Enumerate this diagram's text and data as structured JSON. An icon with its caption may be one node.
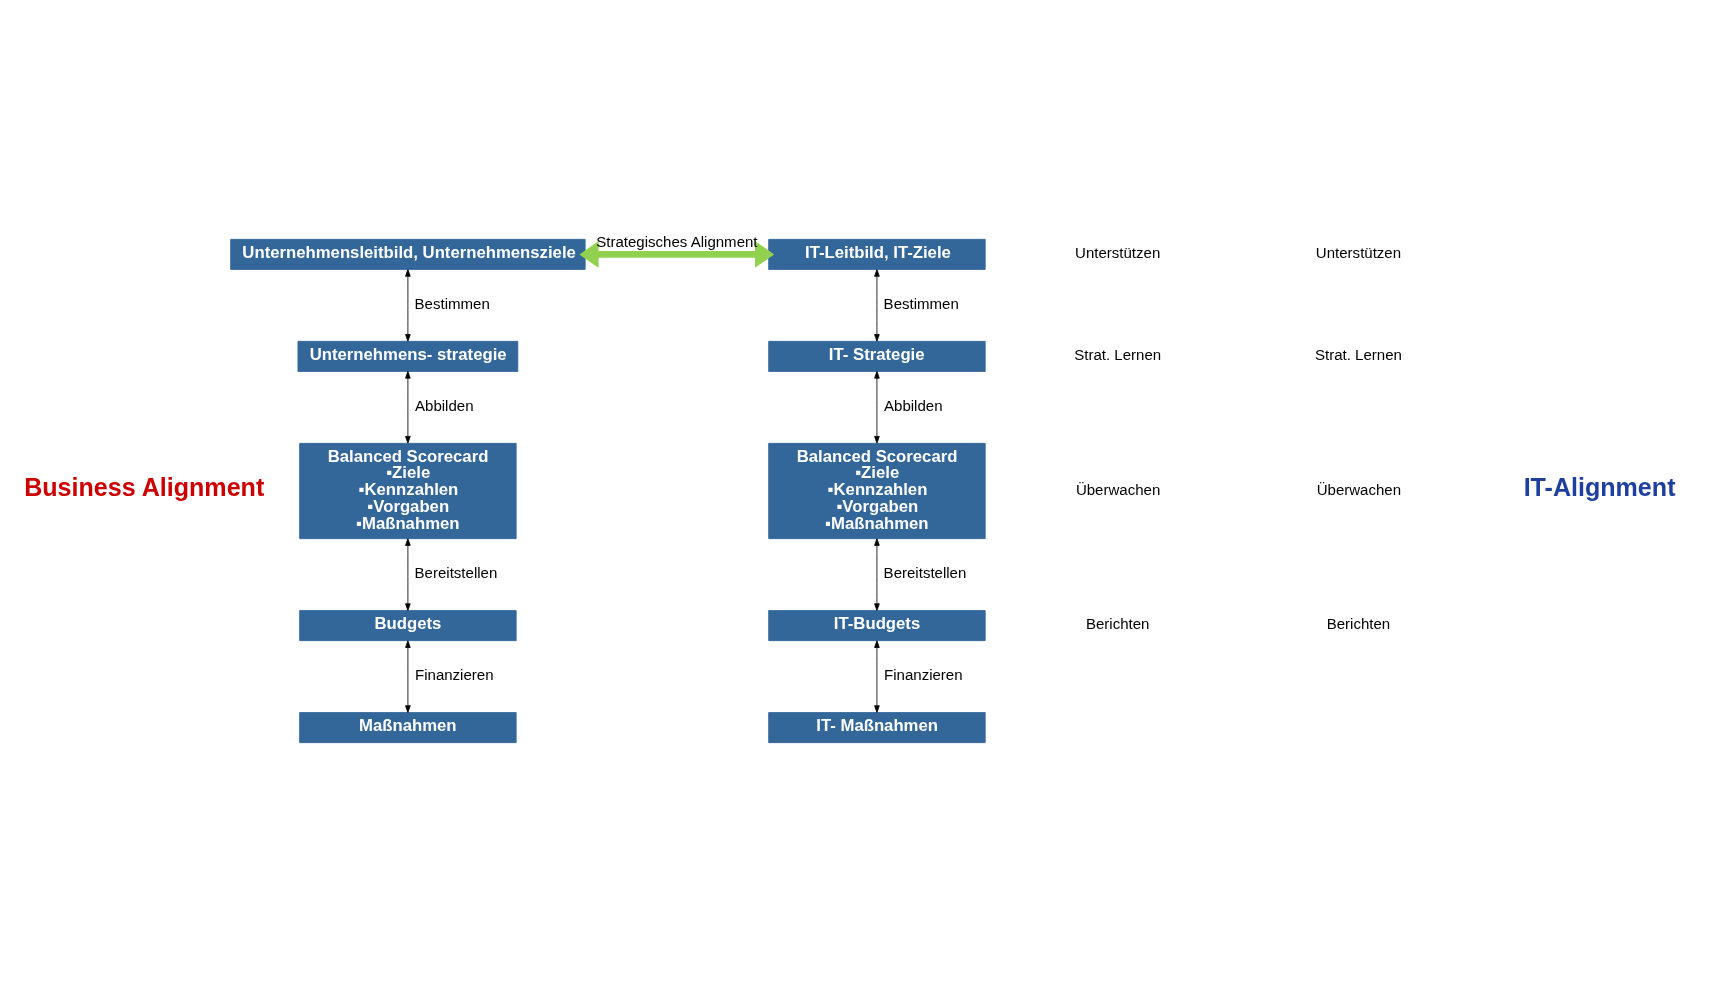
{
  "diagram": {
    "nodes": [
      {
        "text": [
          "Unternehmensleitbild, Unternehmensziele"
        ]
      },
      {
        "text": [
          "Unternehmens- strategie"
        ]
      },
      {
        "text": [
          "Balanced Scorecard",
          "▪Ziele",
          "▪Kennzahlen",
          "▪Vorgaben",
          "▪Maßnahmen"
        ]
      },
      {
        "text": [
          "Budgets"
        ]
      },
      {
        "text": [
          "Maßnahmen"
        ]
      },
      {
        "text": [
          "IT-Leitbild, IT-Ziele"
        ]
      },
      {
        "text": [
          "IT- Strategie"
        ]
      },
      {
        "text": [
          "Balanced Scorecard",
          "▪Ziele",
          "▪Kennzahlen",
          "▪Vorgaben",
          "▪Maßnahmen"
        ]
      },
      {
        "text": [
          "IT-Budgets"
        ]
      },
      {
        "text": [
          "IT- Maßnahmen"
        ]
      }
    ],
    "edges": [
      {
        "from": 0,
        "to": 1,
        "arrow": "both",
        "label": "Bestimmen"
      },
      {
        "from": 1,
        "to": 2,
        "arrow": "both",
        "label": "Abbilden"
      },
      {
        "from": 2,
        "to": 3,
        "arrow": "both",
        "label": "Bereitstellen"
      },
      {
        "from": 3,
        "to": 4,
        "arrow": "both",
        "label": "Finanzieren"
      },
      {
        "from": 5,
        "to": 6,
        "arrow": "both",
        "label": "Bestimmen"
      },
      {
        "from": 6,
        "to": 7,
        "arrow": "both",
        "label": "Abbilden"
      },
      {
        "from": 7,
        "to": 8,
        "arrow": "both",
        "label": "Bereitstellen"
      },
      {
        "from": 8,
        "to": 9,
        "arrow": "both",
        "label": "Finanzieren"
      },
      {
        "from": 0,
        "to": 5,
        "arrow": "both",
        "label": "Strategisches Alignment",
        "style": "thick",
        "color": "#92d050"
      }
    ],
    "labels": [
      "Business Alignment",
      "Unterstützen",
      "Strat. Lernen",
      "Überwachen",
      "Berichten",
      "Unterstützen",
      "Strat. Lernen",
      "Überwachen",
      "Berichten",
      "IT-Alignment"
    ]
  }
}
